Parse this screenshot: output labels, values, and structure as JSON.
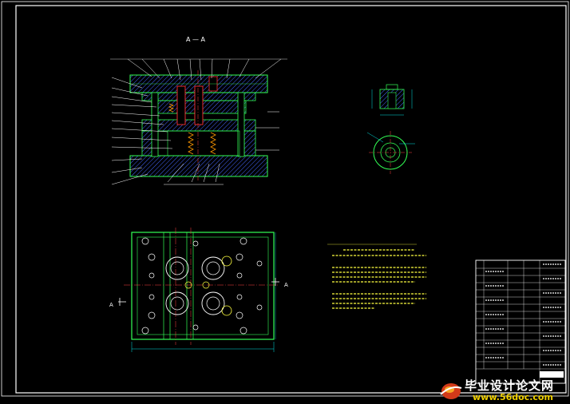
{
  "section_label": "A — A",
  "view_label_left": "A",
  "view_label_right": "A",
  "watermark": {
    "site_name": "毕业设计论文网",
    "site_url": "www.56doc.com"
  },
  "colors": {
    "background": "#000000",
    "line": "#ffffff",
    "outline": "#33ff55",
    "hatch": "#4466ff",
    "part": "#ff3030",
    "dim": "#00e0e0",
    "text": "#ffff40",
    "center": "#ff4040"
  }
}
